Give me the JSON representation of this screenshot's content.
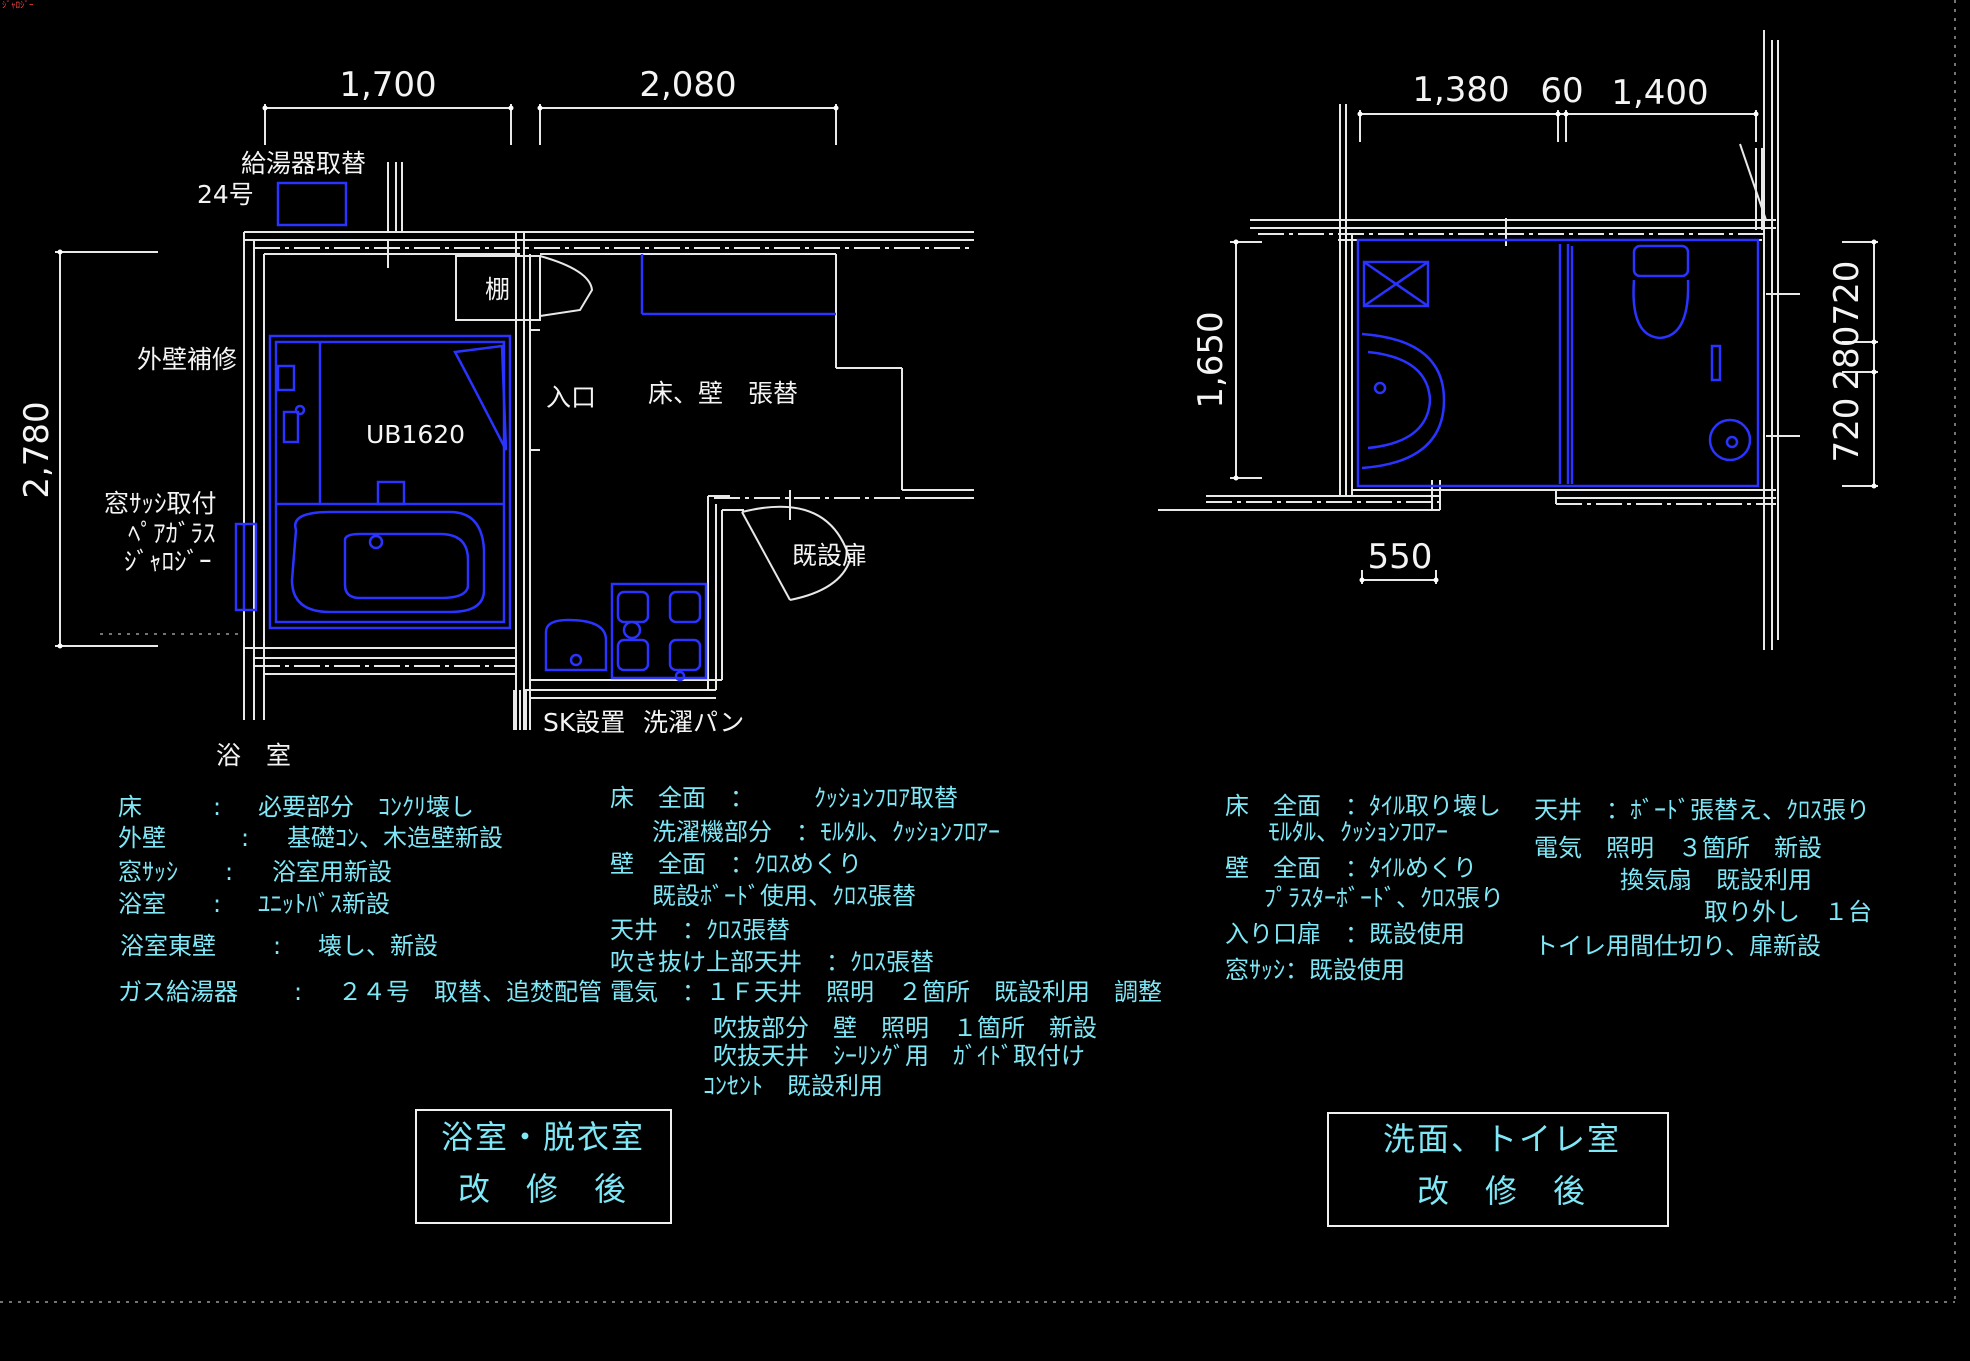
{
  "corner_tag": "ｼﾞｬﾛｼﾞｰ",
  "bath_plan": {
    "dims": {
      "top_left": "1,700",
      "top_right": "2,080",
      "left": "2,780"
    },
    "labels": {
      "heater_replace": "給湯器取替",
      "heater_no": "24号",
      "outer_wall": "外壁補修",
      "window_1": "窓ｻｯｼ取付",
      "window_2": "ﾍﾟｱｶﾞﾗｽ",
      "window_3": "ｼﾞｬﾛｼﾞｰ",
      "shelf": "棚",
      "entrance": "入口",
      "floor_wall": "床、壁　張替",
      "ub": "UB1620",
      "existing_door": "既設扉",
      "sk": "SK設置",
      "pan": "洗濯パン",
      "bathroom": "浴　室"
    }
  },
  "toilet_plan": {
    "dims": {
      "top_a": "1,380",
      "top_b": "60",
      "top_c": "1,400",
      "left": "1,650",
      "bottom": "550",
      "r1": "720",
      "r2": "280",
      "r3": "720"
    }
  },
  "notes_bath": [
    {
      "label": "床",
      "sep": ":",
      "text": "必要部分　ｺﾝｸﾘ壊し"
    },
    {
      "label": "外壁",
      "sep": ":",
      "text": "基礎ｺﾝ、木造壁新設"
    },
    {
      "label": "窓ｻｯｼ",
      "sep": ":",
      "text": "浴室用新設"
    },
    {
      "label": "浴室",
      "sep": ":",
      "text": "ﾕﾆｯﾄﾊﾞｽ新設"
    },
    {
      "label": "浴室東壁",
      "sep": ":",
      "text": "壊し、新設"
    },
    {
      "label": "ガス給湯器",
      "sep": ":",
      "text": "２４号　取替、追焚配管"
    }
  ],
  "notes_dress": [
    "床　全面　：　　　ｸｯｼｮﾝﾌﾛｱ取替",
    "洗濯機部分　：ﾓﾙﾀﾙ、ｸｯｼｮﾝﾌﾛｱｰ",
    "壁　全面　：ｸﾛｽめくり",
    "既設ﾎﾞｰﾄﾞ使用、ｸﾛｽ張替",
    "天井　：ｸﾛｽ張替",
    "吹き抜け上部天井　：ｸﾛｽ張替",
    "電気　：１Ｆ天井　照明　２箇所　既設利用　調整",
    "吹抜部分　壁　照明　１箇所　新設",
    "吹抜天井　ｼｰﾘﾝｸﾞ用　ｶﾞｲﾄﾞ取付け",
    "ｺﾝｾﾝﾄ　既設利用"
  ],
  "notes_toilet_left": [
    "床　全面　：ﾀｲﾙ取り壊し",
    "ﾓﾙﾀﾙ、ｸｯｼｮﾝﾌﾛｱｰ",
    "壁　全面　：ﾀｲﾙめくり",
    "ﾌﾟﾗｽﾀｰﾎﾞｰﾄﾞ、ｸﾛｽ張り",
    "入り口扉　：既設使用",
    "窓ｻｯｼ：既設使用"
  ],
  "notes_toilet_right": [
    "天井　：ﾎﾞｰﾄﾞ張替え、ｸﾛｽ張り",
    "電気　照明　３箇所　新設",
    "換気扇　既設利用",
    "取り外し　１台",
    "トイレ用間仕切り、扉新設"
  ],
  "title_left": {
    "line1": "浴室・脱衣室",
    "line2": "改　修　後"
  },
  "title_right": {
    "line1": "洗面、トイレ室",
    "line2": "改　修　後"
  }
}
